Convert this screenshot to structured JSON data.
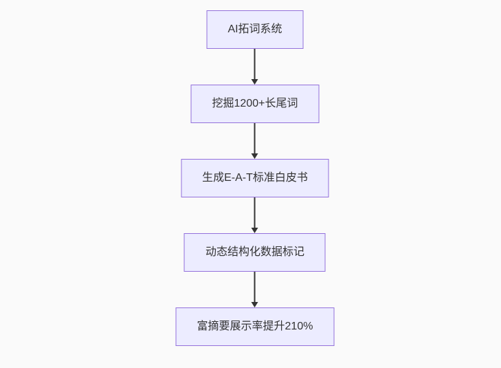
{
  "canvas": {
    "background": "#fafafa"
  },
  "flowchart": {
    "type": "flowchart-top-down",
    "node_fill": "#ECECFF",
    "node_border": "#9370DB",
    "arrow_color": "#333333",
    "text_color": "#333333",
    "nodes": [
      {
        "label": "AI拓词系统"
      },
      {
        "label": "挖掘1200+长尾词"
      },
      {
        "label": "生成E-A-T标准白皮书"
      },
      {
        "label": "动态结构化数据标记"
      },
      {
        "label": "富摘要展示率提升210%"
      }
    ],
    "edges": [
      {
        "from": 0,
        "to": 1,
        "style": "arrow-down"
      },
      {
        "from": 1,
        "to": 2,
        "style": "arrow-down"
      },
      {
        "from": 2,
        "to": 3,
        "style": "arrow-down"
      },
      {
        "from": 3,
        "to": 4,
        "style": "arrow-down"
      }
    ]
  }
}
